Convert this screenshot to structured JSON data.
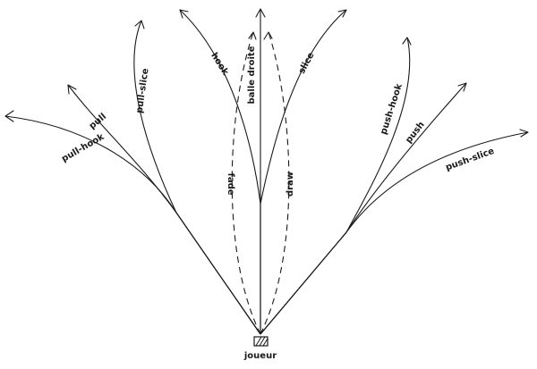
{
  "labels": {
    "pull_hook": "pull-hook",
    "pull": "pull",
    "pull_slice": "pull-slice",
    "hook": "hook",
    "balle_droite": "balle droite",
    "slice": "slice",
    "fade": "fade",
    "draw": "draw",
    "push_hook": "push-hook",
    "push": "push",
    "push_slice": "push-slice",
    "joueur": "joueur"
  }
}
